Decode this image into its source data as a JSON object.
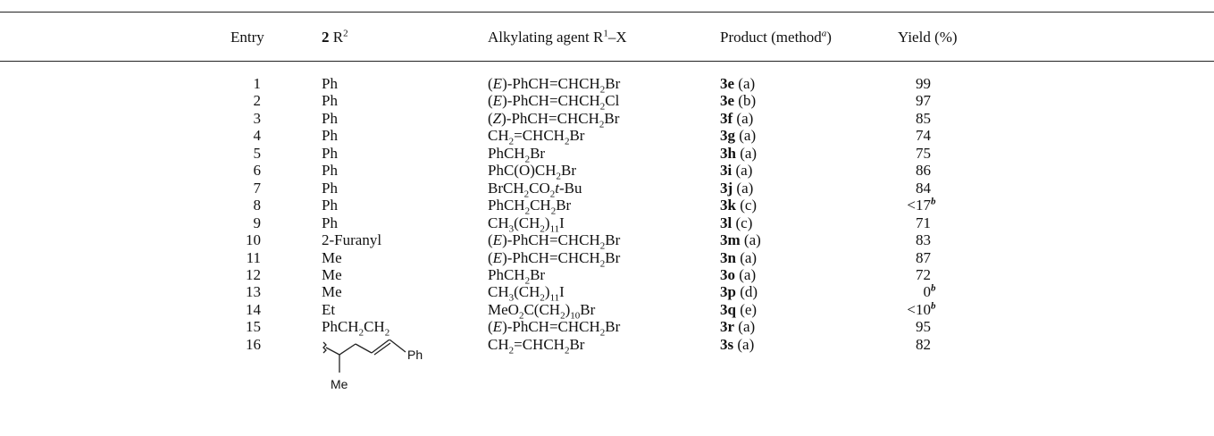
{
  "table": {
    "headers": {
      "entry": "Entry",
      "r2_bold": "2",
      "r2_rest": " R",
      "r2_sup": "2",
      "agent_pre": "Alkylating agent R",
      "agent_sup": "1",
      "agent_post": "–X",
      "product_pre": "Product (method",
      "product_sup": "a",
      "product_post": ")",
      "yield": "Yield (%)"
    },
    "rows": [
      {
        "entry": "1",
        "r2": [
          "Ph"
        ],
        "agent": [
          [
            "t",
            "("
          ],
          [
            "i",
            "E"
          ],
          [
            "t",
            ")-PhCH=CHCH"
          ],
          [
            "s",
            "2"
          ],
          [
            "t",
            "Br"
          ]
        ],
        "product": "3e",
        "method": " (a)",
        "yield": "99",
        "note": ""
      },
      {
        "entry": "2",
        "r2": [
          "Ph"
        ],
        "agent": [
          [
            "t",
            "("
          ],
          [
            "i",
            "E"
          ],
          [
            "t",
            ")-PhCH=CHCH"
          ],
          [
            "s",
            "2"
          ],
          [
            "t",
            "Cl"
          ]
        ],
        "product": "3e",
        "method": " (b)",
        "yield": "97",
        "note": ""
      },
      {
        "entry": "3",
        "r2": [
          "Ph"
        ],
        "agent": [
          [
            "t",
            "("
          ],
          [
            "i",
            "Z"
          ],
          [
            "t",
            ")-PhCH=CHCH"
          ],
          [
            "s",
            "2"
          ],
          [
            "t",
            "Br"
          ]
        ],
        "product": "3f",
        "method": " (a)",
        "yield": "85",
        "note": ""
      },
      {
        "entry": "4",
        "r2": [
          "Ph"
        ],
        "agent": [
          [
            "t",
            "CH"
          ],
          [
            "s",
            "2"
          ],
          [
            "t",
            "=CHCH"
          ],
          [
            "s",
            "2"
          ],
          [
            "t",
            "Br"
          ]
        ],
        "product": "3g",
        "method": " (a)",
        "yield": "74",
        "note": ""
      },
      {
        "entry": "5",
        "r2": [
          "Ph"
        ],
        "agent": [
          [
            "t",
            "PhCH"
          ],
          [
            "s",
            "2"
          ],
          [
            "t",
            "Br"
          ]
        ],
        "product": "3h",
        "method": " (a)",
        "yield": "75",
        "note": ""
      },
      {
        "entry": "6",
        "r2": [
          "Ph"
        ],
        "agent": [
          [
            "t",
            "PhC(O)CH"
          ],
          [
            "s",
            "2"
          ],
          [
            "t",
            "Br"
          ]
        ],
        "product": "3i",
        "method": " (a)",
        "yield": "86",
        "note": ""
      },
      {
        "entry": "7",
        "r2": [
          "Ph"
        ],
        "agent": [
          [
            "t",
            "BrCH"
          ],
          [
            "s",
            "2"
          ],
          [
            "t",
            "CO"
          ],
          [
            "s",
            "2"
          ],
          [
            "i",
            "t"
          ],
          [
            "t",
            "-Bu"
          ]
        ],
        "product": "3j",
        "method": " (a)",
        "yield": "84",
        "note": ""
      },
      {
        "entry": "8",
        "r2": [
          "Ph"
        ],
        "agent": [
          [
            "t",
            "PhCH"
          ],
          [
            "s",
            "2"
          ],
          [
            "t",
            "CH"
          ],
          [
            "s",
            "2"
          ],
          [
            "t",
            "Br"
          ]
        ],
        "product": "3k",
        "method": " (c)",
        "yield": "<17",
        "note": "b"
      },
      {
        "entry": "9",
        "r2": [
          "Ph"
        ],
        "agent": [
          [
            "t",
            "CH"
          ],
          [
            "s",
            "3"
          ],
          [
            "t",
            "(CH"
          ],
          [
            "s",
            "2"
          ],
          [
            "t",
            ")"
          ],
          [
            "s",
            "11"
          ],
          [
            "t",
            "I"
          ]
        ],
        "product": "3l",
        "method": " (c)",
        "yield": "71",
        "note": ""
      },
      {
        "entry": "10",
        "r2": [
          "2-Furanyl"
        ],
        "agent": [
          [
            "t",
            "("
          ],
          [
            "i",
            "E"
          ],
          [
            "t",
            ")-PhCH=CHCH"
          ],
          [
            "s",
            "2"
          ],
          [
            "t",
            "Br"
          ]
        ],
        "product": "3m",
        "method": " (a)",
        "yield": "83",
        "note": ""
      },
      {
        "entry": "11",
        "r2": [
          "Me"
        ],
        "agent": [
          [
            "t",
            "("
          ],
          [
            "i",
            "E"
          ],
          [
            "t",
            ")-PhCH=CHCH"
          ],
          [
            "s",
            "2"
          ],
          [
            "t",
            "Br"
          ]
        ],
        "product": "3n",
        "method": " (a)",
        "yield": "87",
        "note": ""
      },
      {
        "entry": "12",
        "r2": [
          "Me"
        ],
        "agent": [
          [
            "t",
            "PhCH"
          ],
          [
            "s",
            "2"
          ],
          [
            "t",
            "Br"
          ]
        ],
        "product": "3o",
        "method": " (a)",
        "yield": "72",
        "note": ""
      },
      {
        "entry": "13",
        "r2": [
          "Me"
        ],
        "agent": [
          [
            "t",
            "CH"
          ],
          [
            "s",
            "3"
          ],
          [
            "t",
            "(CH"
          ],
          [
            "s",
            "2"
          ],
          [
            "t",
            ")"
          ],
          [
            "s",
            "11"
          ],
          [
            "t",
            "I"
          ]
        ],
        "product": "3p",
        "method": " (d)",
        "yield": "0",
        "note": "b"
      },
      {
        "entry": "14",
        "r2": [
          "Et"
        ],
        "agent": [
          [
            "t",
            "MeO"
          ],
          [
            "s",
            "2"
          ],
          [
            "t",
            "C(CH"
          ],
          [
            "s",
            "2"
          ],
          [
            "t",
            ")"
          ],
          [
            "s",
            "10"
          ],
          [
            "t",
            "Br"
          ]
        ],
        "product": "3q",
        "method": " (e)",
        "yield": "<10",
        "note": "b"
      },
      {
        "entry": "15",
        "r2": [
          "PhCH",
          "2",
          "CH",
          "2"
        ],
        "agent": [
          [
            "t",
            "("
          ],
          [
            "i",
            "E"
          ],
          [
            "t",
            ")-PhCH=CHCH"
          ],
          [
            "s",
            "2"
          ],
          [
            "t",
            "Br"
          ]
        ],
        "product": "3r",
        "method": " (a)",
        "yield": "95",
        "note": ""
      },
      {
        "entry": "16",
        "r2": [],
        "agent": [
          [
            "t",
            "CH"
          ],
          [
            "s",
            "2"
          ],
          [
            "t",
            "=CHCH"
          ],
          [
            "s",
            "2"
          ],
          [
            "t",
            "Br"
          ]
        ],
        "product": "3s",
        "method": " (a)",
        "yield": "82",
        "note": ""
      }
    ],
    "structure": {
      "ph_label": "Ph",
      "me_label": "Me"
    }
  }
}
